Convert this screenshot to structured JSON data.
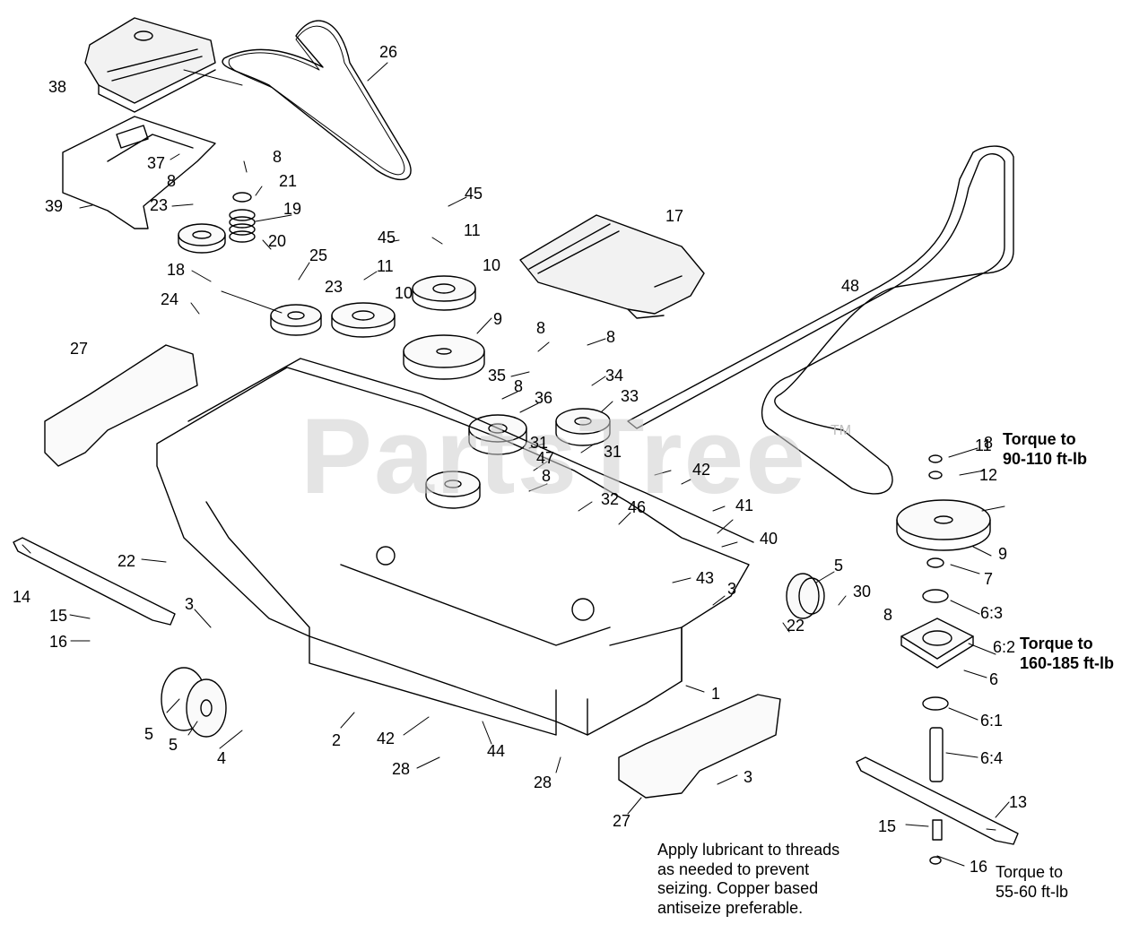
{
  "watermark": {
    "text": "PartsTree",
    "tm": "TM"
  },
  "part_labels": [
    "1",
    "2",
    "3",
    "3",
    "3",
    "4",
    "5",
    "5",
    "5",
    "6",
    "6:1",
    "6:2",
    "6:3",
    "6:4",
    "7",
    "8",
    "8",
    "8",
    "8",
    "8",
    "8",
    "8",
    "8",
    "9",
    "9",
    "10",
    "10",
    "11",
    "11",
    "11",
    "12",
    "13",
    "14",
    "15",
    "15",
    "16",
    "16",
    "17",
    "18",
    "19",
    "20",
    "21",
    "22",
    "22",
    "23",
    "23",
    "24",
    "25",
    "26",
    "27",
    "27",
    "28",
    "28",
    "30",
    "31",
    "31",
    "32",
    "33",
    "34",
    "35",
    "36",
    "37",
    "38",
    "39",
    "40",
    "41",
    "42",
    "42",
    "43",
    "44",
    "45",
    "45",
    "46",
    "47",
    "48"
  ],
  "torque_notes": [
    {
      "line1": "Torque to",
      "line2": "90-110 ft-lb"
    },
    {
      "line1": "Torque to",
      "line2": "160-185 ft-lb"
    },
    {
      "line1": "Torque to",
      "line2": "55-60 ft-lb"
    }
  ],
  "lubricant_note": [
    "Apply lubricant to threads",
    "as needed to prevent",
    "seizing. Copper based",
    "antiseize preferable."
  ]
}
